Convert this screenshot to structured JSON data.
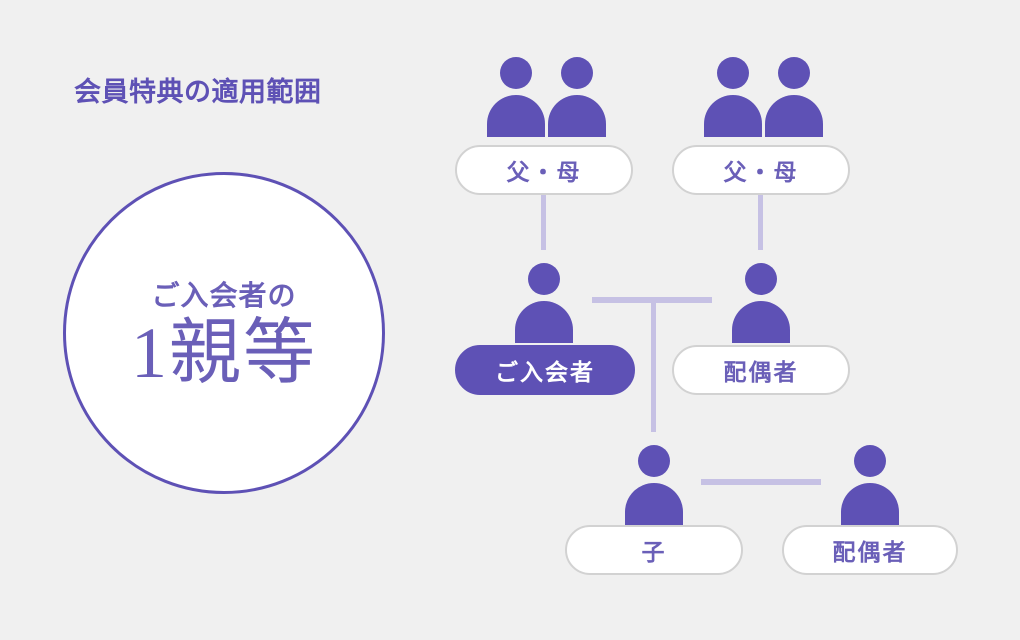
{
  "page": {
    "background_color": "#f0f0f0",
    "accent_color": "#5e51b5",
    "text_accent_color": "#6a5fb8",
    "connector_color": "#c6c1e4",
    "pill_border_color": "#d2d2d2"
  },
  "header": {
    "title": "会員特典の適用範囲"
  },
  "badge": {
    "top_label": "ご入会者の",
    "main_label": "1親等"
  },
  "tree": {
    "nodes": [
      {
        "id": "parents-left",
        "label": "父・母",
        "style": "outline",
        "icon": "two-person-icon",
        "row": "grandparents"
      },
      {
        "id": "parents-right",
        "label": "父・母",
        "style": "outline",
        "icon": "two-person-icon",
        "row": "grandparents"
      },
      {
        "id": "member",
        "label": "ご入会者",
        "style": "filled",
        "icon": "person-icon",
        "row": "members"
      },
      {
        "id": "spouse",
        "label": "配偶者",
        "style": "outline",
        "icon": "person-icon",
        "row": "members"
      },
      {
        "id": "child",
        "label": "子",
        "style": "outline",
        "icon": "person-icon",
        "row": "children"
      },
      {
        "id": "child-spouse",
        "label": "配偶者",
        "style": "outline",
        "icon": "person-icon",
        "row": "children"
      }
    ]
  }
}
